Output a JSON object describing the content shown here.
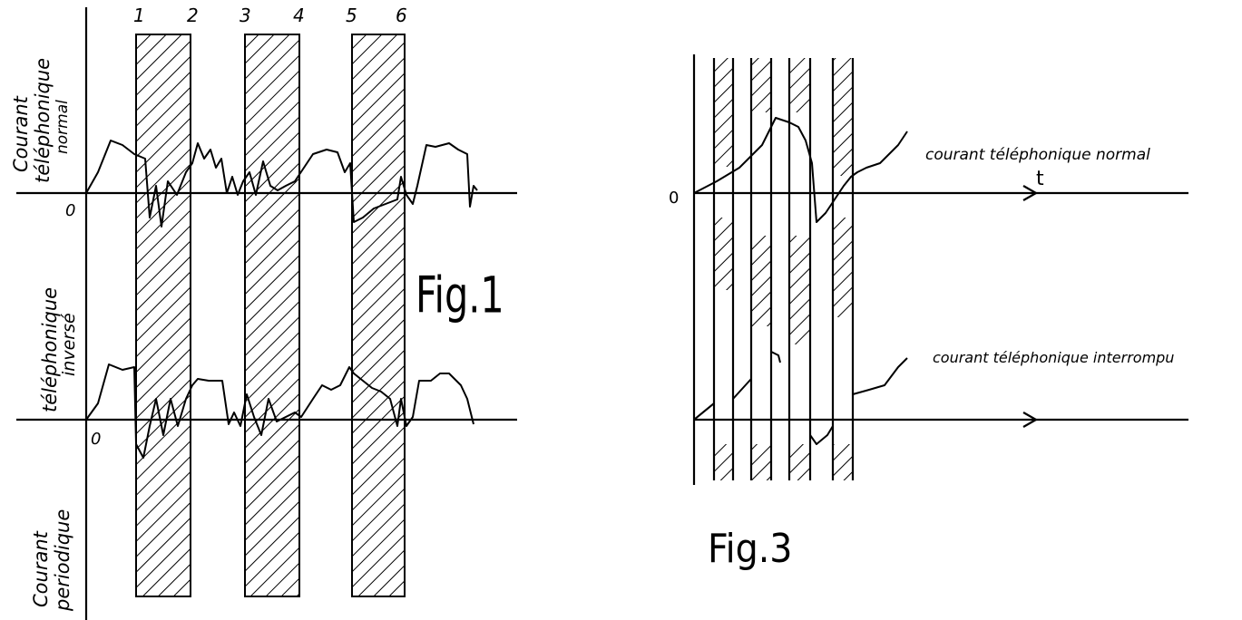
{
  "fig1": {
    "title": "Fig.1",
    "band_numbers": [
      "1",
      "2",
      "3",
      "4",
      "5",
      "6"
    ],
    "axis_zero_top": "0",
    "axis_zero_bottom": "0",
    "label_top": [
      "Courant",
      "téléphonique",
      "normal"
    ],
    "label_middle": [
      "téléphonique",
      "inversé"
    ],
    "label_bottom": [
      "Courant",
      "periodique"
    ]
  },
  "fig3": {
    "title": "Fig.3",
    "zero": "0",
    "time_label": "t",
    "label_normal": "courant téléphonique normal",
    "label_interrupted": "courant téléphonique interrompu"
  }
}
